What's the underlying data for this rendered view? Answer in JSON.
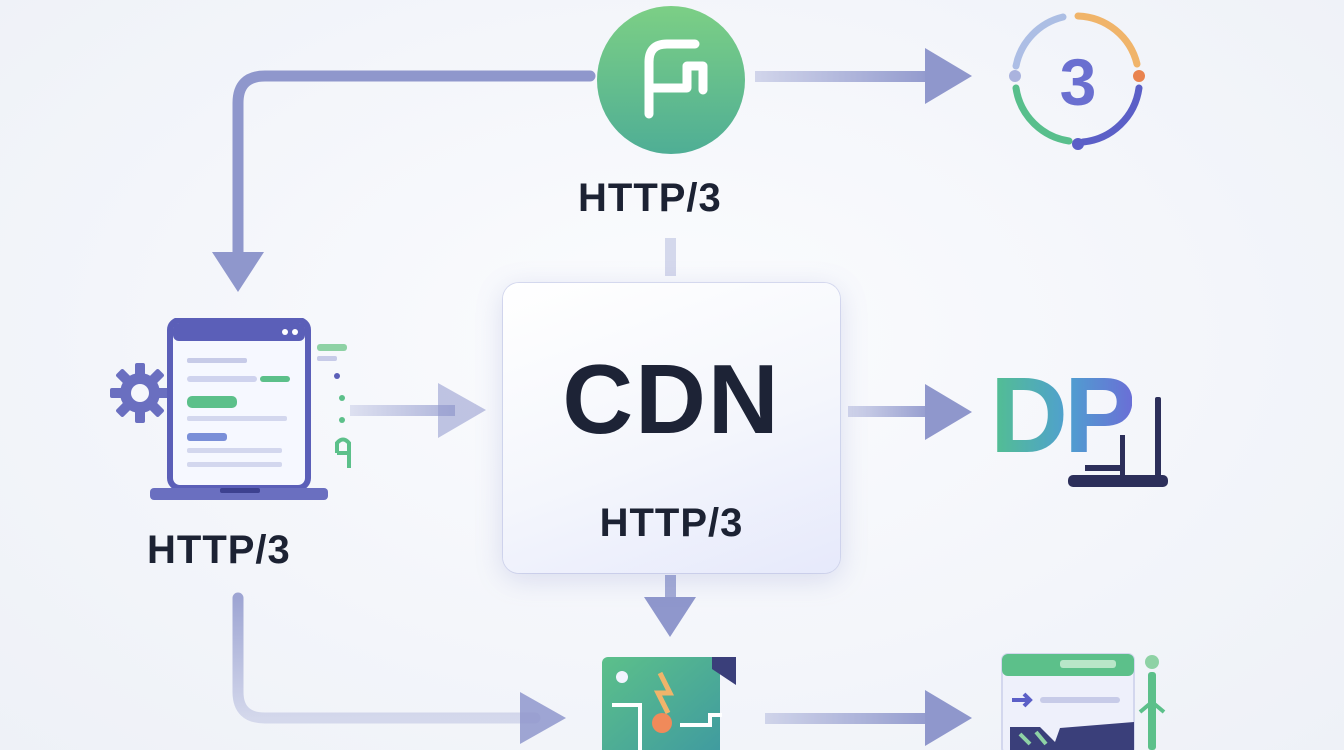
{
  "diagram": {
    "cdn_title": "CDN",
    "cdn_protocol": "HTTP/3",
    "top_protocol": "HTTP/3",
    "client_protocol": "HTTP/3",
    "right_top_badge": "3",
    "right_mid_logo": "DP"
  },
  "colors": {
    "arrow": "#8f97cc",
    "text": "#1c2233",
    "green": "#5cc08a",
    "indigo": "#5b5fc7"
  }
}
